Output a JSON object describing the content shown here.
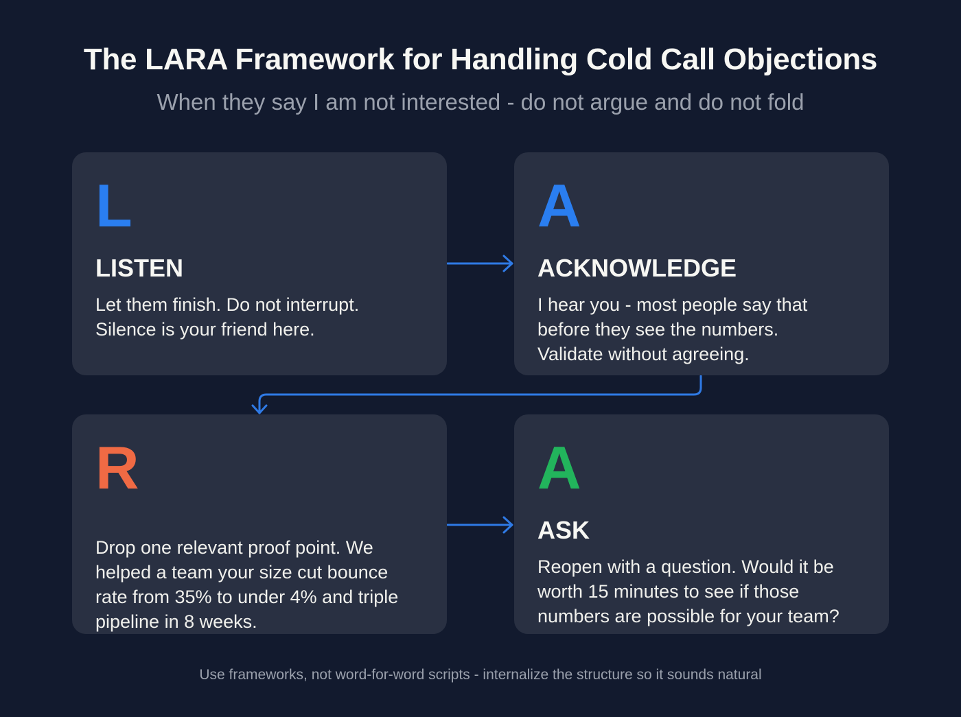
{
  "header": {
    "title": "The LARA Framework for Handling Cold Call Objections",
    "subtitle": "When they say I am not interested - do not argue and do not fold"
  },
  "steps": [
    {
      "letter": "L",
      "color": "#2a7ef0",
      "heading": "LISTEN",
      "body": "Let them finish. Do not interrupt. Silence is your friend here."
    },
    {
      "letter": "A",
      "color": "#2a7ef0",
      "heading": "ACKNOWLEDGE",
      "body": "I hear you - most people say that before they see the numbers. Validate without agreeing."
    },
    {
      "letter": "R",
      "color": "#f06a44",
      "heading": "",
      "body": "Drop one relevant proof point. We helped a team your size cut bounce rate from 35% to under 4% and triple pipeline in 8 weeks."
    },
    {
      "letter": "A",
      "color": "#22b45c",
      "heading": "ASK",
      "body": "Reopen with a question. Would it be worth 15 minutes to see if those numbers are possible for your team?"
    }
  ],
  "connectors": {
    "color": "#2f7ae5",
    "flow": [
      "L -> A (acknowledge)",
      "A (acknowledge) -> R",
      "R -> A (ask)"
    ]
  },
  "footer": {
    "note": "Use frameworks, not word-for-word scripts - internalize the structure so it sounds natural"
  }
}
